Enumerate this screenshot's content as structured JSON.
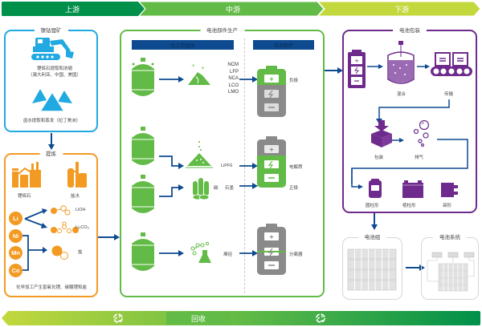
{
  "stages": {
    "upstream": "上游",
    "midstream": "中游",
    "downstream": "下游",
    "recycling": "回收"
  },
  "colors": {
    "upstream": "#00904a",
    "midstream": "#62bb46",
    "downstream": "#c3d83c",
    "mining": "#21a9e1",
    "refining": "#f39a23",
    "components": "#62bb46",
    "packaging": "#6e2a8c",
    "arrow": "#0e4a8f",
    "header_bar": "#0e4a8f",
    "gray": "#8a8a8a"
  },
  "mining": {
    "title": "镍钴锂矿",
    "hard_rock": {
      "icon": "excavator-icon",
      "line1": "锂辉石提取和浓缩",
      "line2": "（澳大利亚、中国、美国）"
    },
    "brine": {
      "icon": "salt-piles-icon",
      "label": "卤水提取和蒸发（拉丁美洲）"
    }
  },
  "refining": {
    "title": "提炼",
    "plants": [
      {
        "icon": "factory-icon",
        "label": "锂辉石"
      },
      {
        "icon": "factory-icon",
        "label": "盐水"
      }
    ],
    "elements": [
      "Li",
      "Ni",
      "Mn",
      "Co"
    ],
    "products": [
      {
        "icon": "molecule-icon",
        "label": "LiOH"
      },
      {
        "icon": "molecule-icon",
        "label": "Li₂CO₃"
      },
      {
        "icon": "molecule-icon",
        "label": "盐"
      }
    ],
    "footer": "化学加工产生氢氧化锂、碳酸锂和盐"
  },
  "components": {
    "title": "电池部件生产",
    "left_header": "化工前驱体",
    "right_header": "电池部件",
    "cathode_materials": [
      "NCM",
      "LFP",
      "NCA",
      "LCO",
      "LMO"
    ],
    "rows": [
      {
        "product_icon": "powder-mound-icon",
        "input_label": "",
        "output_label": "负极"
      },
      {
        "product_icon": "powder-pile-icon",
        "input_label": "LiPF6",
        "output_label": "电解质"
      },
      {
        "product_icon": "graphite-rods-icon",
        "input_label_a": "碳",
        "input_label_b": "石墨",
        "output_label": "正极"
      },
      {
        "product_icon": "chemistry-flask-icon",
        "input_label": "烯烃",
        "output_label": "分离器"
      }
    ]
  },
  "packaging": {
    "title": "电池包装",
    "steps": [
      {
        "icon": "mixer-tank-icon",
        "label": "混合"
      },
      {
        "icon": "conveyor-icon",
        "label": "传输"
      },
      {
        "icon": "box-icon",
        "label": "包装"
      },
      {
        "icon": "bubbles-icon",
        "label": "排气"
      }
    ],
    "formats": [
      {
        "icon": "cylindrical-cell-icon",
        "label": "圆柱形"
      },
      {
        "icon": "prismatic-cell-icon",
        "label": "棱柱形"
      },
      {
        "icon": "pouch-cell-icon",
        "label": "袋形"
      }
    ]
  },
  "assembly": {
    "pack_title": "电池组",
    "system_title": "电池系统"
  }
}
